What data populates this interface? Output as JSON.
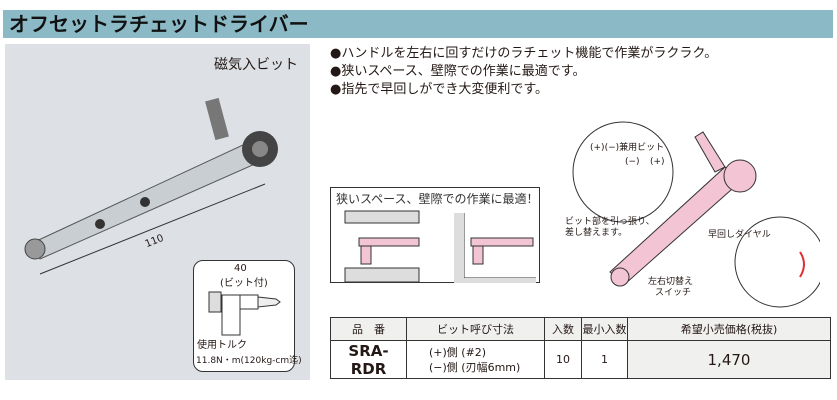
{
  "title": "オフセットラチェットドライバー",
  "photo": {
    "magnet_label": "磁気入ビット",
    "dimension": "110",
    "torque_box": {
      "dimension": "40",
      "dimension_note": "(ビット付)",
      "torque_label": "使用トルク",
      "torque_value": "11.8N・m(120kg-cm迄)"
    }
  },
  "bullets": [
    "●ハンドルを左右に回すだけのラチェット機能で作業がラクラク。",
    "●狭いスペース、壁際での作業に最適です。",
    "●指先で早回しができ大変便利です。"
  ],
  "space_diagram": {
    "caption": "狭いスペース、壁際での作業に最適！"
  },
  "illustration": {
    "bit_label": "(+)(−)兼用ビット",
    "minus": "(−)",
    "plus": "(+)",
    "pull_note_1": "ビット部を引っ張り、",
    "pull_note_2": "差し替えます。",
    "dial_label": "早回しダイヤル",
    "switch_label_1": "左右切替え",
    "switch_label_2": "スイッチ"
  },
  "table": {
    "headers": [
      "品　番",
      "ビット呼び寸法",
      "入数",
      "最小入数",
      "希望小売価格(税抜)"
    ],
    "row": {
      "part_no": "SRA-RDR",
      "spec_1": "(+)側 (#2)",
      "spec_2": "(−)側 (刃幅6mm)",
      "qty": "10",
      "min_qty": "1",
      "price": "1,470"
    }
  },
  "colors": {
    "title_bar": "#8bbac6",
    "photo_bg": "#dde1e5",
    "handle_pink": "#f2c4d4"
  }
}
